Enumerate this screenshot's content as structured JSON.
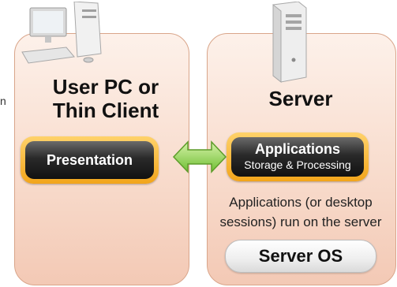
{
  "left_panel": {
    "title": "User PC or Thin Client",
    "pill_label": "Presentation"
  },
  "right_panel": {
    "title": "Server",
    "pill_label": "Applications",
    "pill_sublabel": "Storage & Processing",
    "description": "Applications (or desktop sessions) run on the server",
    "os_label": "Server OS"
  },
  "edge_text": "n",
  "icons": {
    "left": "desktop-pc-icon",
    "right": "server-tower-icon",
    "link": "double-arrow-icon"
  },
  "colors": {
    "panel": "#f8dccd",
    "pill_outline": "#f2a51c",
    "pill_fill": "#2a2a2a",
    "arrow": "#7ac943"
  }
}
